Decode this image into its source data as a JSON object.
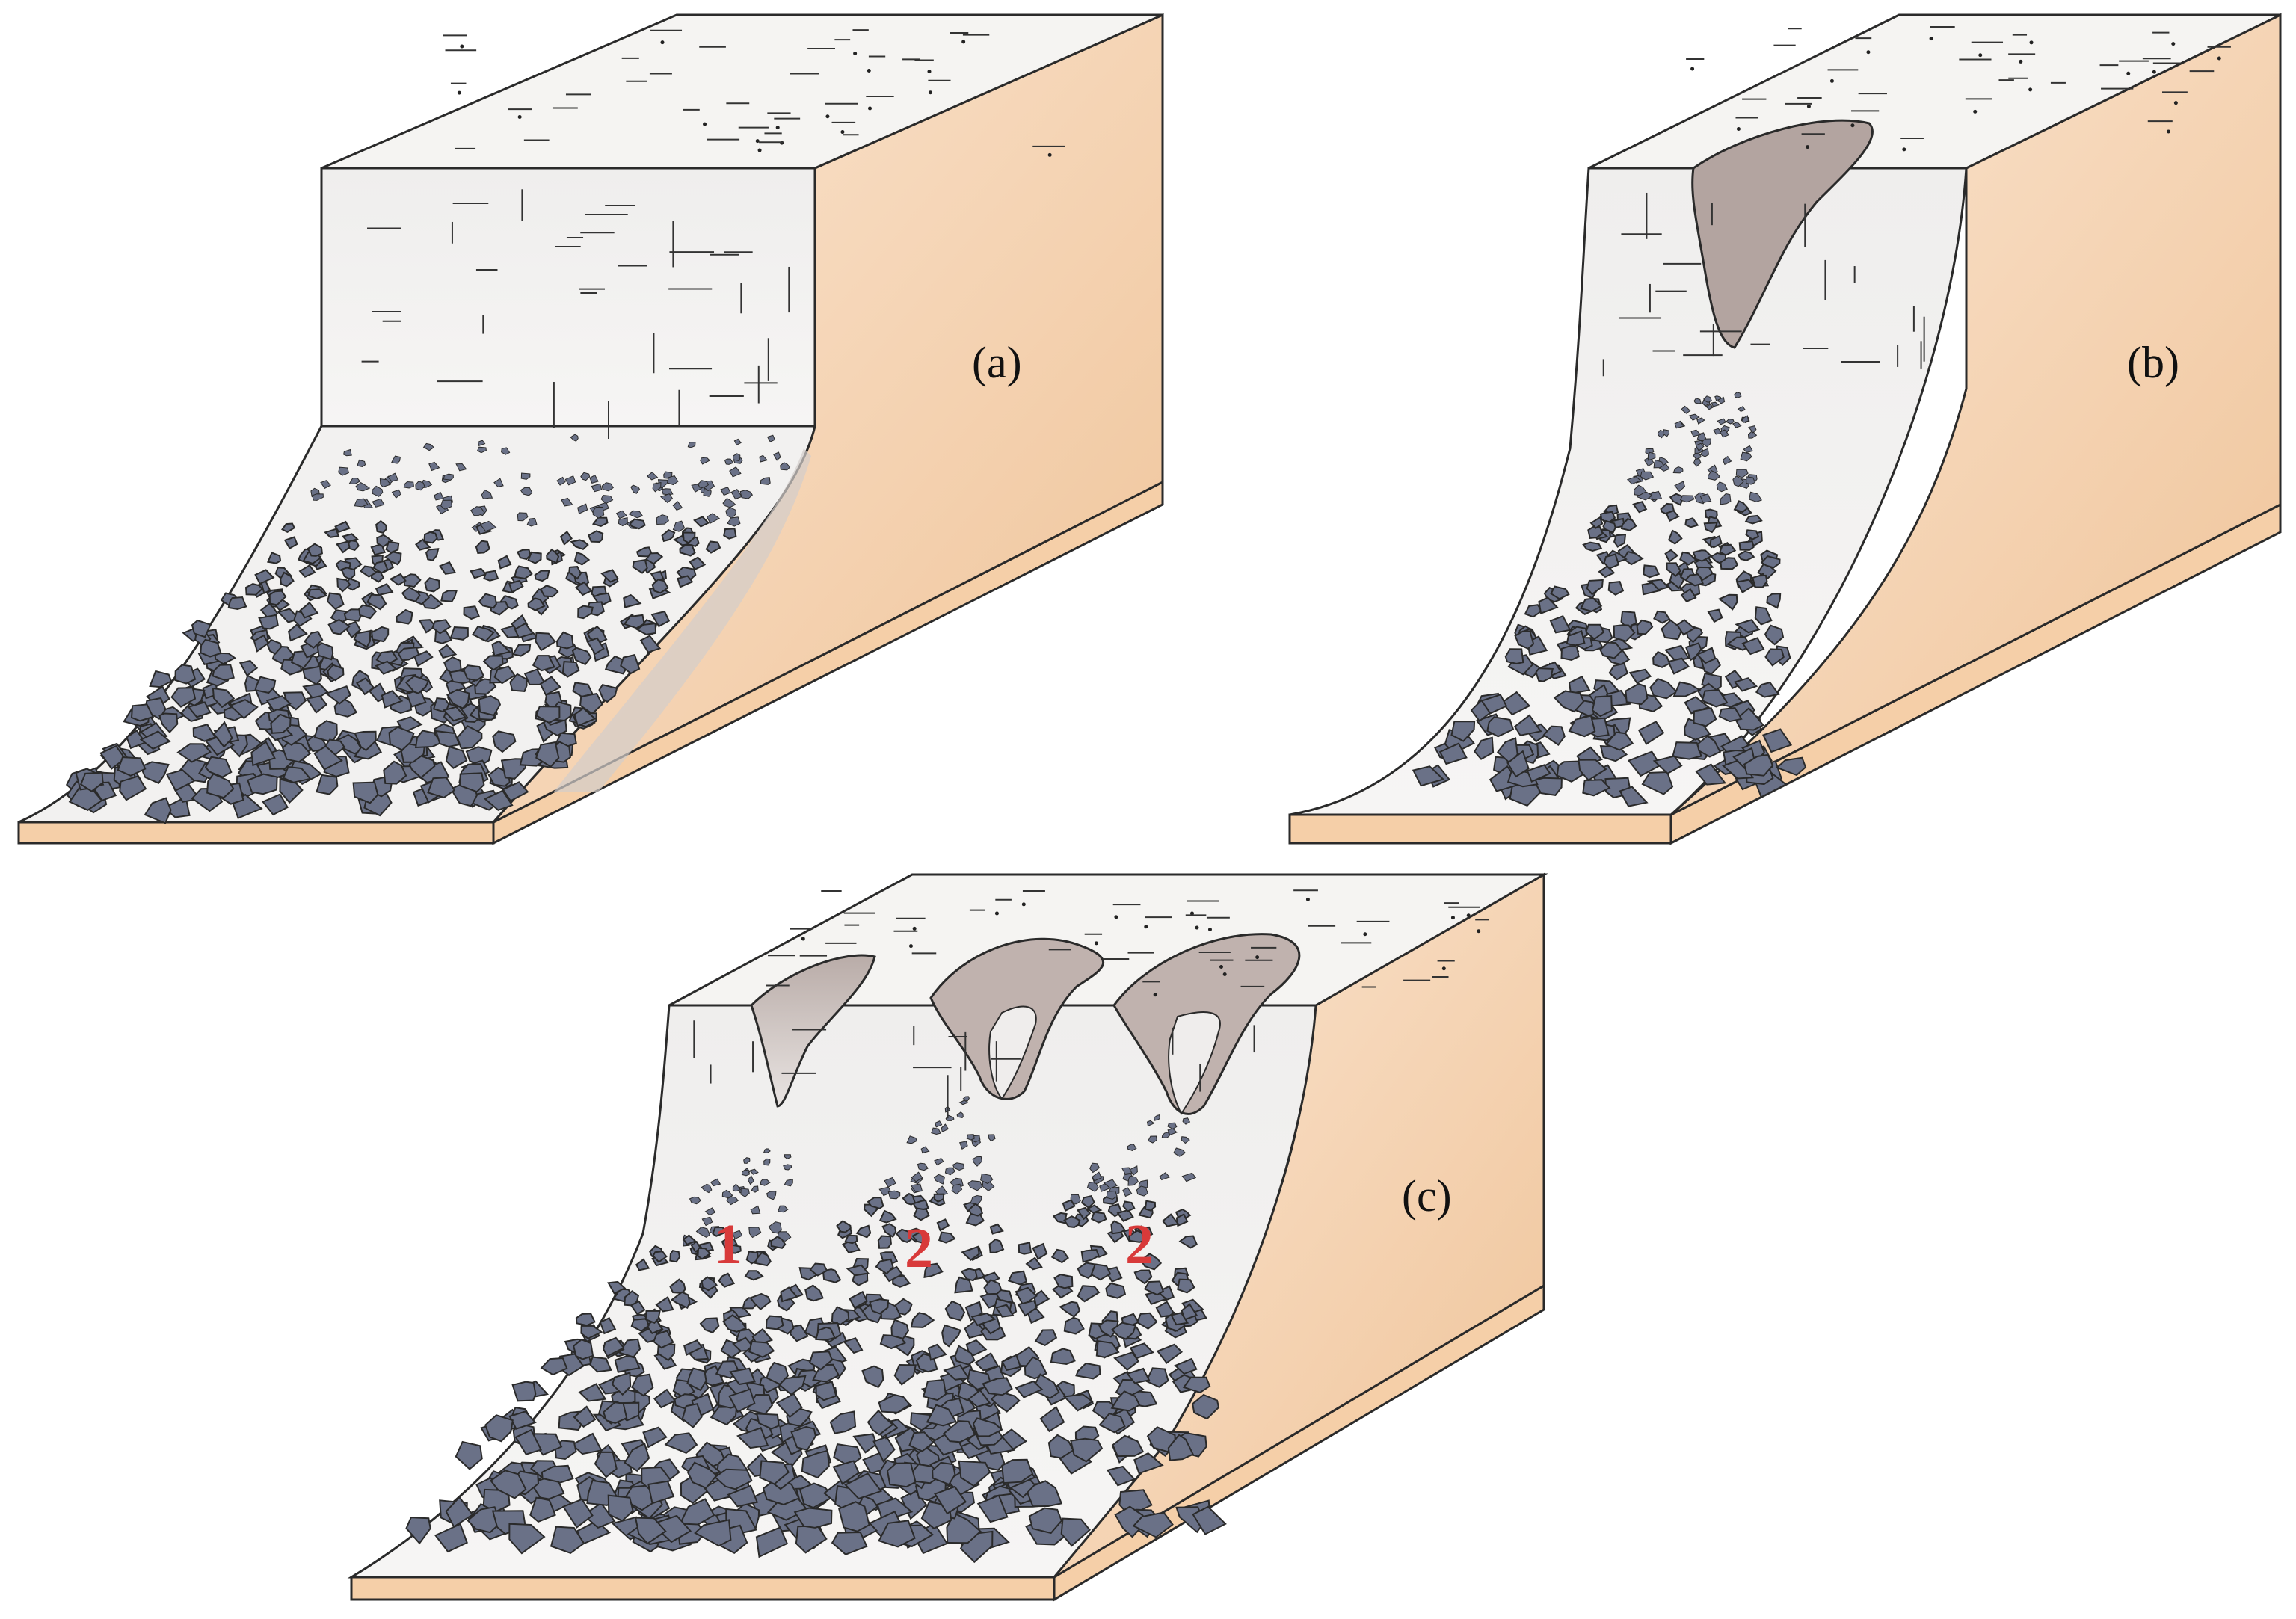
{
  "panels": [
    {
      "id": "a",
      "label": "(a)"
    },
    {
      "id": "b",
      "label": "(b)"
    },
    {
      "id": "c",
      "label": "(c)"
    }
  ],
  "zone_labels": [
    "1",
    "2",
    "2"
  ],
  "colors": {
    "side_face": "#f2cba4",
    "side_face_light": "#fbe6d2",
    "front_face": "#efedec",
    "top_face": "#f5f4f2",
    "debris": "#6a7187",
    "scar": "#b3a4a0",
    "zone_label": "#d83a3a",
    "outline": "#2a2a2a"
  }
}
